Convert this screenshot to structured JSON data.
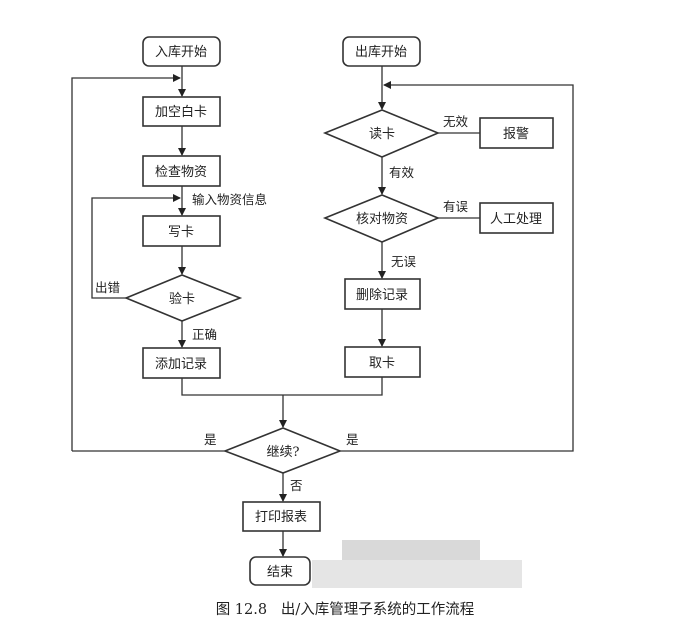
{
  "nodes": {
    "in_start": "入库开始",
    "add_blank_card": "加空白卡",
    "check_goods": "检查物资",
    "write_card": "写卡",
    "verify_card": "验卡",
    "add_record": "添加记录",
    "out_start": "出库开始",
    "read_card": "读卡",
    "alarm": "报警",
    "check_goods_out": "核对物资",
    "manual": "人工处理",
    "delete_record": "删除记录",
    "take_card": "取卡",
    "continue": "继续?",
    "print_report": "打印报表",
    "end": "结束"
  },
  "edge_labels": {
    "input_info": "输入物资信息",
    "error": "出错",
    "correct": "正确",
    "invalid": "无效",
    "valid": "有效",
    "mismatch": "有误",
    "match": "无误",
    "yes_left": "是",
    "yes_right": "是",
    "no": "否"
  },
  "caption": "图 12.8   出/入库管理子系统的工作流程"
}
